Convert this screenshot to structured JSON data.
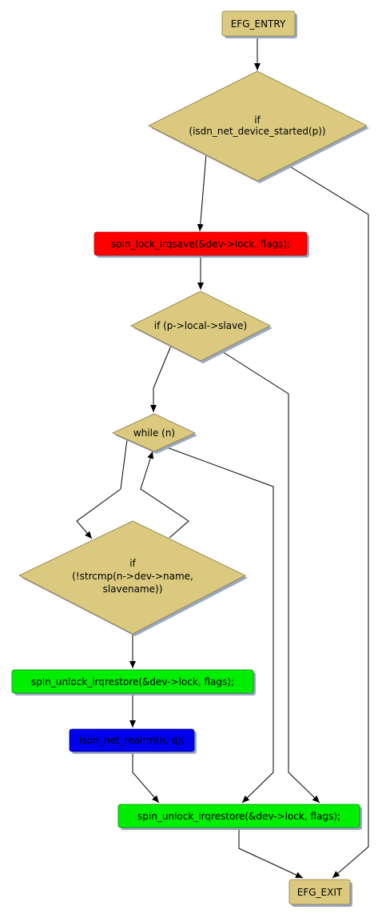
{
  "colors": {
    "terminal": "#dac97e",
    "decision": "#dac97e",
    "lock": "#ff0000",
    "unlock": "#00ee00",
    "call": "#0000ee",
    "border": "#8a7a40",
    "shadow": "#9aa7c3"
  },
  "nodes": {
    "entry": {
      "label": "EFG_ENTRY"
    },
    "if_started": {
      "lines": [
        "if",
        "(isdn_net_device_started(p))"
      ]
    },
    "lock": {
      "label": "spin_lock_irqsave(&dev->lock, flags);"
    },
    "if_slave": {
      "lines": [
        "if (p->local->slave)"
      ]
    },
    "while_n": {
      "lines": [
        "while (n)"
      ]
    },
    "if_strcmp": {
      "lines": [
        "if",
        "(!strcmp(n->dev->name,",
        "slavename))"
      ]
    },
    "unlock_inner": {
      "label": "spin_unlock_irqrestore(&dev->lock, flags);"
    },
    "realrm": {
      "label": "isdn_net_realrm(n, q);"
    },
    "unlock_outer": {
      "label": "spin_unlock_irqrestore(&dev->lock, flags);"
    },
    "exit": {
      "label": "EFG_EXIT"
    }
  }
}
